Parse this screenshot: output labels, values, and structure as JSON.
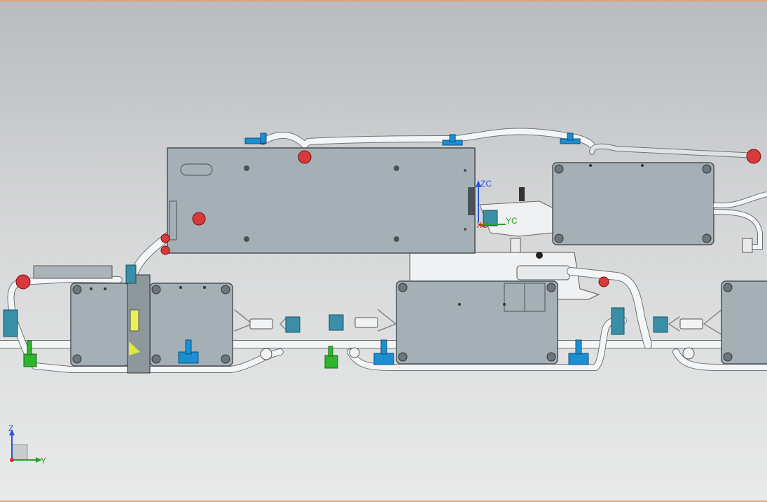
{
  "colors": {
    "background_top": "#b9bbbd",
    "background_bottom": "#e9eaea",
    "box_fill": "#a4b0b6",
    "box_stroke": "#4a5257",
    "harness": "#f4f5f6",
    "clip_blue": "#1b8fd2",
    "clip_red": "#d63a3a",
    "clip_green": "#2db52d",
    "connector_teal": "#3a8fa8",
    "axis_z": "#2a55d6",
    "axis_y": "#2aa02a",
    "axis_x": "#d62a2a"
  },
  "work_csys": {
    "z_label": "ZC",
    "y_label": "YC",
    "x_label": "XC"
  },
  "view_triad": {
    "z_label": "Z",
    "y_label": "Y"
  }
}
